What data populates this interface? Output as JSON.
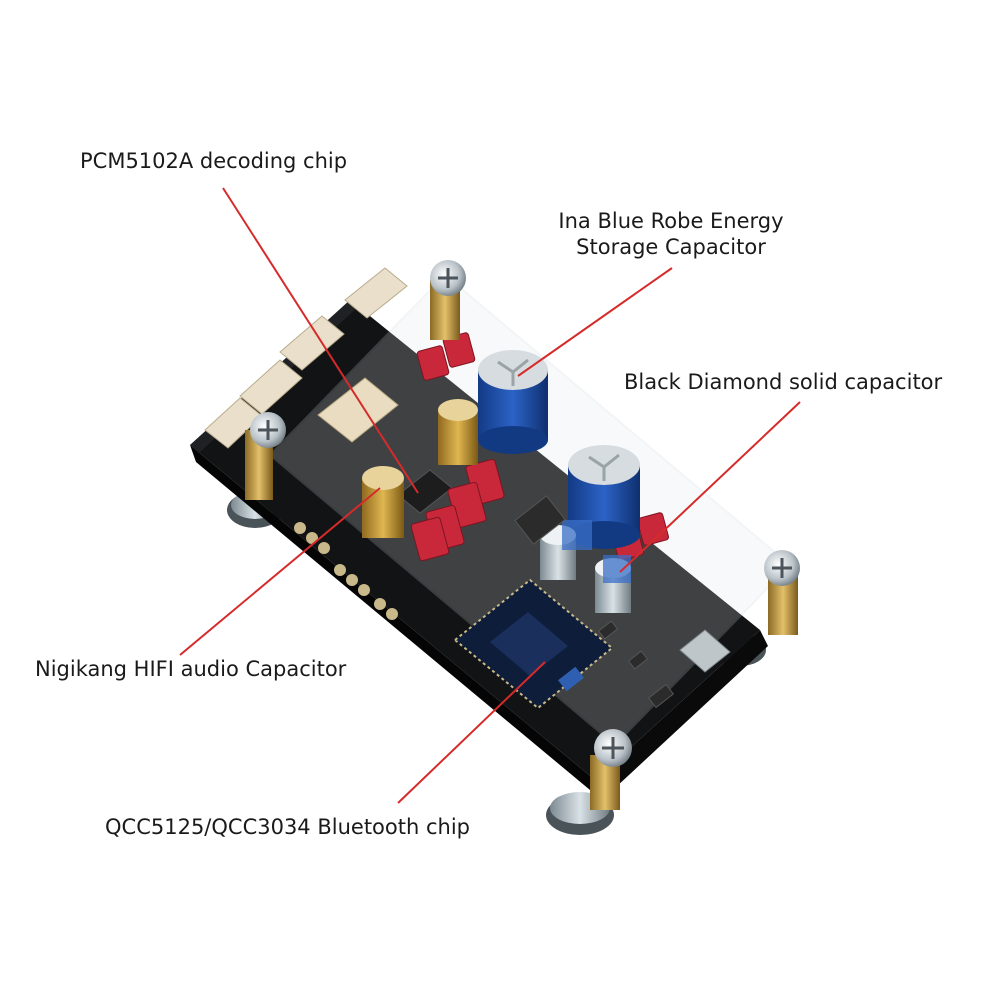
{
  "labels": {
    "pcm": "PCM5102A decoding chip",
    "ina_line1": "Ina Blue Robe Energy",
    "ina_line2": "Storage Capacitor",
    "black_diamond": "Black Diamond solid capacitor",
    "nigikang": "Nigikang HIFI audio Capacitor",
    "qcc": "QCC5125/QCC3034 Bluetooth chip"
  },
  "colors": {
    "pointer": "#d62b2b",
    "pcb": "#111111",
    "blue_capacitor": "#1f4fa8",
    "gold_capacitor": "#c89b3c",
    "film_capacitor": "#c8283a",
    "standoff": "#c9a24a",
    "acrylic": "#dfe6ea"
  },
  "icons": {
    "screws": "screw-icon",
    "connectors": "connector-icon"
  }
}
